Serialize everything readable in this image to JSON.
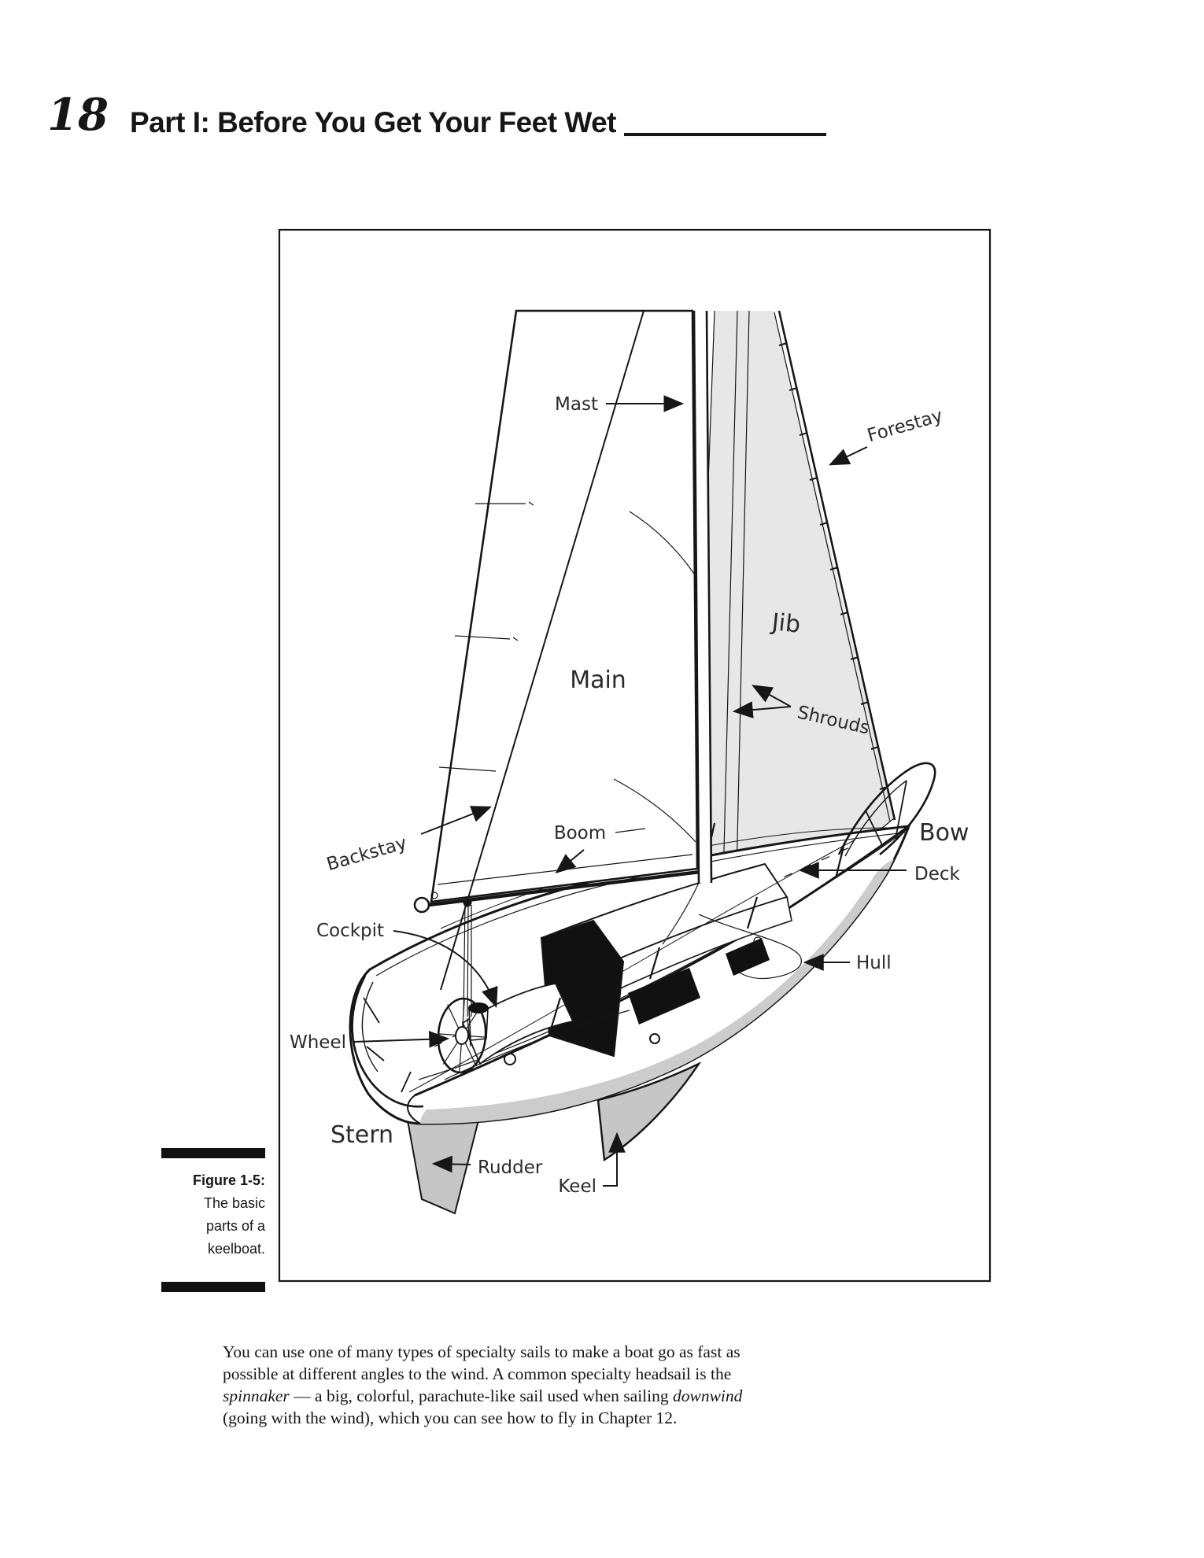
{
  "page": {
    "number": "18",
    "part_header": "Part I: Before You Get Your Feet Wet"
  },
  "figure": {
    "caption_title": "Figure 1-5:",
    "caption_line1": "The basic",
    "caption_line2": "parts of a",
    "caption_line3": "keelboat.",
    "labels": {
      "mast": "Mast",
      "forestay": "Forestay",
      "jib": "Jib",
      "main": "Main",
      "shrouds": "Shrouds",
      "backstay": "Backstay",
      "boom": "Boom",
      "bow": "Bow",
      "deck": "Deck",
      "cockpit": "Cockpit",
      "hull": "Hull",
      "wheel": "Wheel",
      "stern": "Stern",
      "rudder": "Rudder",
      "keel": "Keel"
    }
  },
  "body": {
    "lines": [
      {
        "segments": [
          {
            "t": "You can use one of many types of specialty sails to make a boat go as fast as"
          }
        ]
      },
      {
        "segments": [
          {
            "t": "possible at different angles to the wind. A common specialty headsail is the"
          }
        ]
      },
      {
        "segments": [
          {
            "t": "spinnaker"
          },
          {
            "t": " — a big, colorful, parachute-like sail used when sailing "
          },
          {
            "t": "downwind"
          }
        ]
      },
      {
        "segments": [
          {
            "t": "(going with the wind), which you can see how to fly in Chapter 12."
          }
        ]
      }
    ]
  },
  "colors": {
    "ink": "#161616",
    "sail_gray": "#e7e7e7",
    "fin_gray": "#c6c6c6",
    "band_gray": "#cccccc",
    "window_black": "#111111"
  }
}
